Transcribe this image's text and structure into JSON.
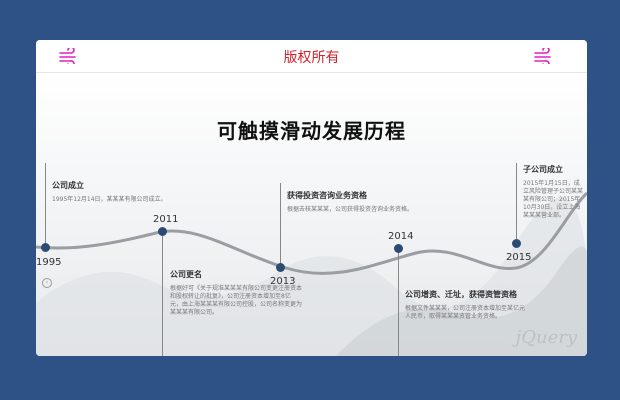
{
  "header": {
    "title": "版权所有",
    "left_icon": "wind-icon",
    "right_icon": "wind-icon",
    "accent_color": "#d9222a",
    "icon_color": "#e020c0"
  },
  "page": {
    "background": "#2f5286",
    "heading": "可触摸滑动发展历程"
  },
  "timeline": [
    {
      "year": "1995",
      "title": "公司成立",
      "desc": "1995年12月14日，某某某有限公司成立。"
    },
    {
      "year": "2011",
      "title": "公司更名",
      "desc": "根据好可《关于规准某某某有限公司变更注册资本和股权转让的批复》，公司注册资本增加至8亿元，由上海某某某有限公司控股，公司名称变更为某某某有限公司。"
    },
    {
      "year": "2013",
      "title": "获得投资咨询业务资格",
      "desc": "根据去核某某某，公司获得投资咨询业务资格。"
    },
    {
      "year": "2014",
      "title": "公司增资、迁址，获得资管资格",
      "desc": "根据文件某某某，公司注册资本增加至某亿元人民币，取得某某某资管业务资格。"
    },
    {
      "year": "2015",
      "title": "子公司成立",
      "desc": "2015年1月15日，成立风险管理子公司某某某有限公司；2015年10月30日，设立上海某某某营业部。"
    }
  ],
  "nav": {
    "prev_label": "‹"
  },
  "watermark": "jQuery"
}
